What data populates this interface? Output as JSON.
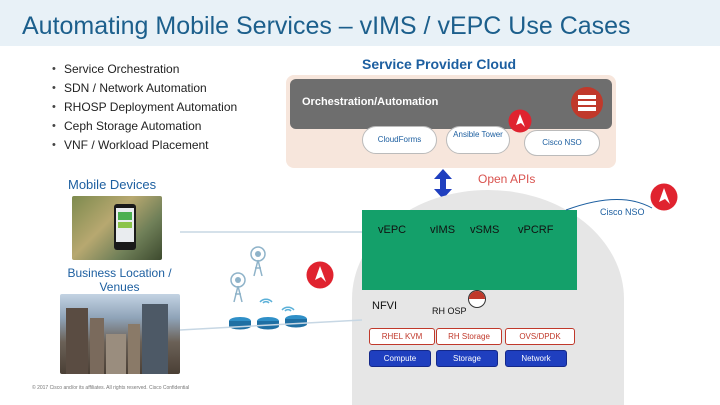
{
  "title": "Automating Mobile Services – vIMS / vEPC Use Cases",
  "bullets": [
    "Service Orchestration",
    "SDN / Network Automation",
    "RHOSP Deployment Automation",
    "Ceph Storage Automation",
    "VNF / Workload Placement"
  ],
  "cloud": {
    "title": "Service Provider Cloud",
    "orchestration_label": "Orchestration/Automation",
    "cloudforms": "CloudForms",
    "ansible_tower": "Ansible Tower",
    "cisco_nso": "Cisco NSO"
  },
  "labels": {
    "mobile_devices": "Mobile Devices",
    "business_location": "Business Location / Venues",
    "open_apis": "Open APIs",
    "cisco_nso": "Cisco NSO"
  },
  "vnfs": [
    "vEPC",
    "vIMS",
    "vSMS",
    "vPCRF"
  ],
  "nfvi": {
    "label": "NFVI",
    "rh_osp": "RH OSP",
    "row1": [
      "RHEL KVM",
      "RH Storage",
      "OVS/DPDK"
    ],
    "row2": [
      "Compute",
      "Storage",
      "Network"
    ]
  },
  "footer": "© 2017 Cisco and/or its affiliates. All rights reserved.    Cisco Confidential",
  "colors": {
    "accent": "#1d5fa0",
    "title": "#1c5f8c",
    "green": "#14a06a",
    "ansible": "#e0232f",
    "blue_btn": "#1f3fbf"
  },
  "icons": [
    "ansible-logo-icon",
    "server-icon",
    "double-arrow-icon",
    "wifi-access-point-icon",
    "router-icon",
    "phone-photo",
    "city-photo"
  ]
}
